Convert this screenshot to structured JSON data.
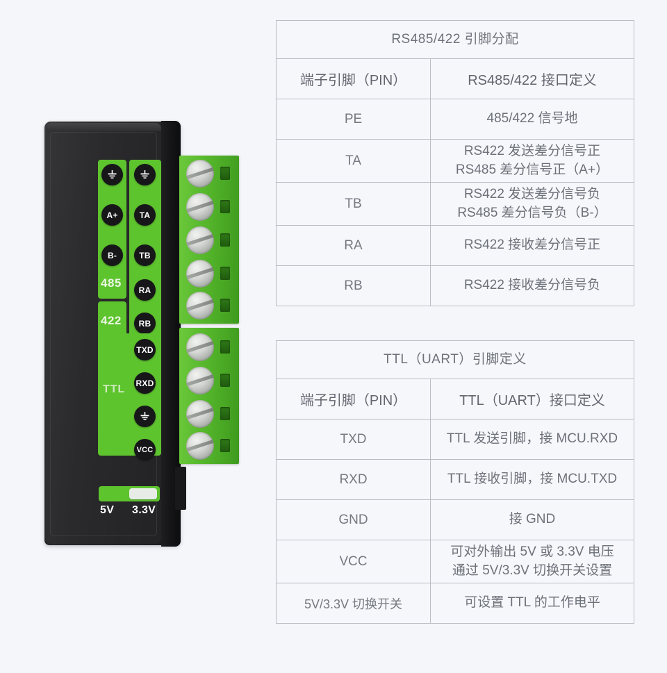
{
  "background_color": "#f5f6fa",
  "tables": [
    {
      "id": "rs485-422",
      "title": "RS485/422 引脚分配",
      "columns": [
        "端子引脚（PIN）",
        "RS485/422 接口定义"
      ],
      "rows": [
        {
          "pin": "PE",
          "definition_lines": [
            "485/422 信号地"
          ]
        },
        {
          "pin": "TA",
          "definition_lines": [
            "RS422 发送差分信号正",
            "RS485 差分信号正（A+）"
          ]
        },
        {
          "pin": "TB",
          "definition_lines": [
            "RS422 发送差分信号负",
            "RS485 差分信号负（B-）"
          ]
        },
        {
          "pin": "RA",
          "definition_lines": [
            "RS422 接收差分信号正"
          ]
        },
        {
          "pin": "RB",
          "definition_lines": [
            "RS422 接收差分信号负"
          ]
        }
      ]
    },
    {
      "id": "ttl-uart",
      "title": "TTL（UART）引脚定义",
      "columns": [
        "端子引脚（PIN）",
        "TTL（UART）接口定义"
      ],
      "rows": [
        {
          "pin": "TXD",
          "definition_lines": [
            "TTL 发送引脚，接 MCU.RXD"
          ]
        },
        {
          "pin": "RXD",
          "definition_lines": [
            "TTL 接收引脚，接 MCU.TXD"
          ]
        },
        {
          "pin": "GND",
          "definition_lines": [
            "接 GND"
          ]
        },
        {
          "pin": "VCC",
          "definition_lines": [
            "可对外输出 5V 或 3.3V 电压",
            "通过 5V/3.3V 切换开关设置"
          ]
        },
        {
          "pin": "5V/3.3V 切换开关",
          "definition_lines": [
            "可设置 TTL 的工作电平"
          ]
        }
      ]
    }
  ],
  "product": {
    "enclosure_color": "#262628",
    "label_color": "#5ec42e",
    "badge_color": "#17171a",
    "terminal_color": "#55b62b",
    "labels_485_column": {
      "group_485_text": "485",
      "group_422_text": "422",
      "badges": [
        "ground-symbol",
        "A+",
        "B-"
      ]
    },
    "labels_right_column": {
      "badges": [
        "ground-symbol",
        "TA",
        "TB",
        "RA",
        "RB"
      ]
    },
    "ttl_block": {
      "group_text": "TTL",
      "badges": [
        "TXD",
        "RXD",
        "ground-symbol",
        "VCC"
      ]
    },
    "voltage_switch": {
      "option_left": "5V",
      "option_right": "3.3V",
      "selected": "3.3V"
    },
    "terminal_block_top_positions": 5,
    "terminal_block_bottom_positions": 4
  }
}
